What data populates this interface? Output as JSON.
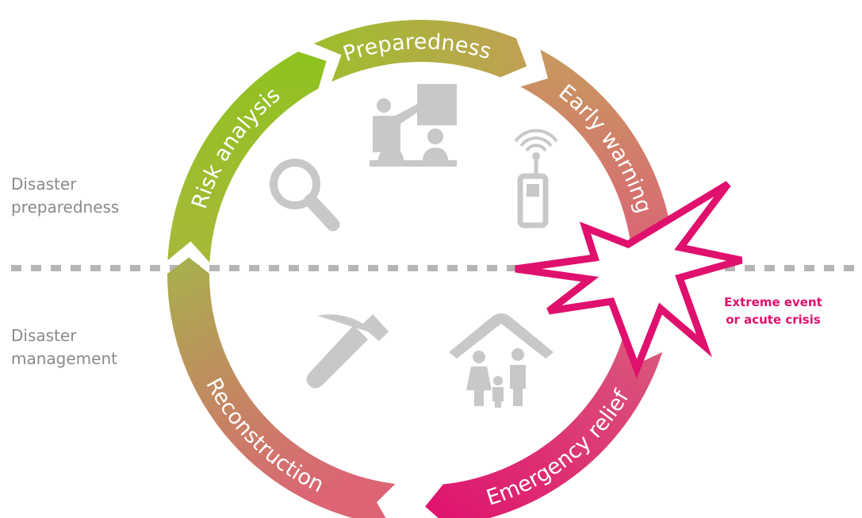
{
  "diagram": {
    "segments": [
      {
        "label": "Risk analysis"
      },
      {
        "label": "Preparedness"
      },
      {
        "label": "Early warning"
      },
      {
        "label": "Emergency relief"
      },
      {
        "label": "Reconstruction"
      }
    ],
    "side_labels": {
      "top": [
        "Disaster",
        "preparedness"
      ],
      "bottom": [
        "Disaster",
        "management"
      ]
    },
    "event_label": [
      "Extreme event",
      "or acute crisis"
    ],
    "colors": {
      "green": "#8fc21f",
      "olive": "#b3a84c",
      "tan": "#c49463",
      "rose": "#d8687a",
      "magenta": "#e0106d",
      "icon_gray": "#c8c8c8",
      "divider_gray": "#b5b5b5",
      "label_gray": "#8a8a8a"
    },
    "icons": [
      "magnifier-icon",
      "teacher-presentation-icon",
      "mobile-signal-icon",
      "hammer-icon",
      "family-shelter-icon"
    ]
  }
}
